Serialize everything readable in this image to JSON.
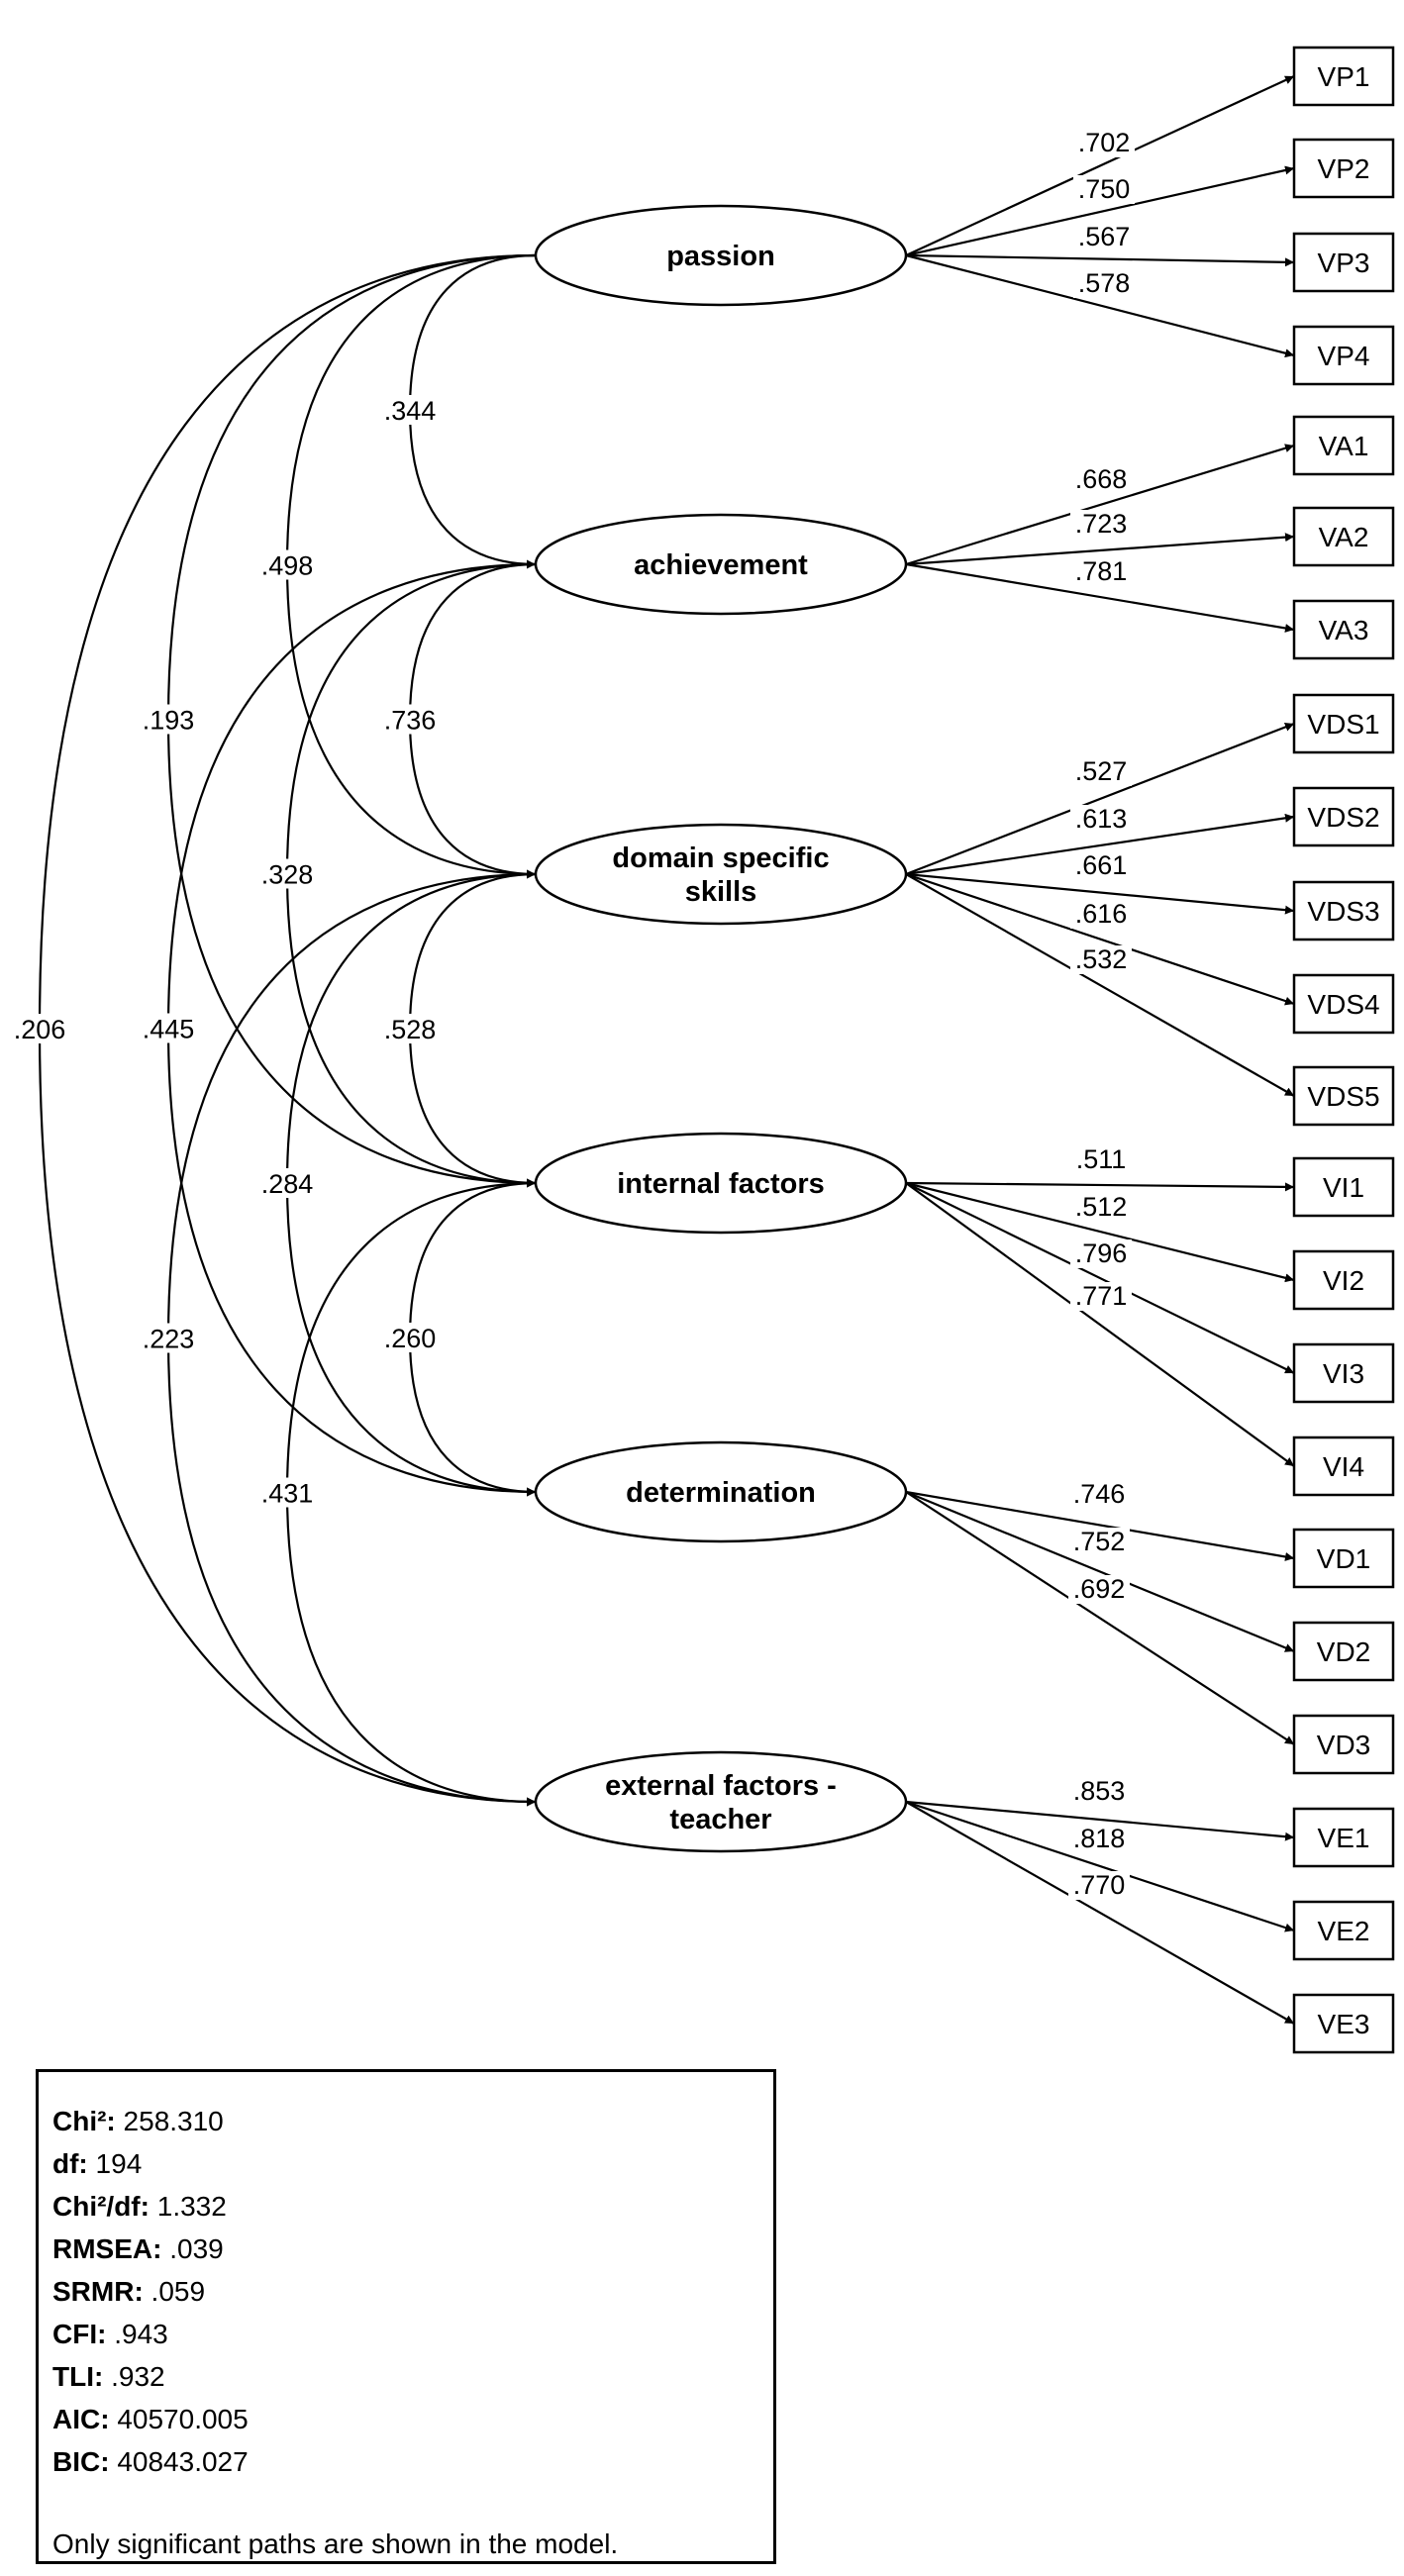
{
  "factors": [
    {
      "id": "passion",
      "lines": [
        "passion"
      ]
    },
    {
      "id": "achievement",
      "lines": [
        "achievement"
      ]
    },
    {
      "id": "domain",
      "lines": [
        "domain specific",
        "skills"
      ]
    },
    {
      "id": "internal",
      "lines": [
        "internal factors"
      ]
    },
    {
      "id": "determination",
      "lines": [
        "determination"
      ]
    },
    {
      "id": "external",
      "lines": [
        "external factors -",
        "teacher"
      ]
    }
  ],
  "loadings": [
    {
      "factor": "passion",
      "indicators": [
        {
          "name": "VP1",
          "value": ".702"
        },
        {
          "name": "VP2",
          "value": ".750"
        },
        {
          "name": "VP3",
          "value": ".567"
        },
        {
          "name": "VP4",
          "value": ".578"
        }
      ]
    },
    {
      "factor": "achievement",
      "indicators": [
        {
          "name": "VA1",
          "value": ".668"
        },
        {
          "name": "VA2",
          "value": ".723"
        },
        {
          "name": "VA3",
          "value": ".781"
        }
      ]
    },
    {
      "factor": "domain",
      "indicators": [
        {
          "name": "VDS1",
          "value": ".527"
        },
        {
          "name": "VDS2",
          "value": ".613"
        },
        {
          "name": "VDS3",
          "value": ".661"
        },
        {
          "name": "VDS4",
          "value": ".616"
        },
        {
          "name": "VDS5",
          "value": ".532"
        }
      ]
    },
    {
      "factor": "internal",
      "indicators": [
        {
          "name": "VI1",
          "value": ".511"
        },
        {
          "name": "VI2",
          "value": ".512"
        },
        {
          "name": "VI3",
          "value": ".796"
        },
        {
          "name": "VI4",
          "value": ".771"
        }
      ]
    },
    {
      "factor": "determination",
      "indicators": [
        {
          "name": "VD1",
          "value": ".746"
        },
        {
          "name": "VD2",
          "value": ".752"
        },
        {
          "name": "VD3",
          "value": ".692"
        }
      ]
    },
    {
      "factor": "external",
      "indicators": [
        {
          "name": "VE1",
          "value": ".853"
        },
        {
          "name": "VE2",
          "value": ".818"
        },
        {
          "name": "VE3",
          "value": ".770"
        }
      ]
    }
  ],
  "correlations": [
    {
      "from": "passion",
      "to": "achievement",
      "value": ".344"
    },
    {
      "from": "passion",
      "to": "domain",
      "value": ".498"
    },
    {
      "from": "passion",
      "to": "internal",
      "value": ".193"
    },
    {
      "from": "passion",
      "to": "external",
      "value": ".206"
    },
    {
      "from": "achievement",
      "to": "domain",
      "value": ".736"
    },
    {
      "from": "achievement",
      "to": "internal",
      "value": ".328"
    },
    {
      "from": "achievement",
      "to": "determination",
      "value": ".445"
    },
    {
      "from": "domain",
      "to": "internal",
      "value": ".528"
    },
    {
      "from": "domain",
      "to": "determination",
      "value": ".284"
    },
    {
      "from": "domain",
      "to": "external",
      "value": ".223"
    },
    {
      "from": "internal",
      "to": "determination",
      "value": ".260"
    },
    {
      "from": "internal",
      "to": "external",
      "value": ".431"
    }
  ],
  "fit": [
    {
      "label": "Chi²:",
      "value": "258.310"
    },
    {
      "label": "df:",
      "value": "194"
    },
    {
      "label": "Chi²/df:",
      "value": "1.332"
    },
    {
      "label": "RMSEA:",
      "value": ".039"
    },
    {
      "label": "SRMR:",
      "value": ".059"
    },
    {
      "label": "CFI:",
      "value": ".943"
    },
    {
      "label": "TLI:",
      "value": ".932"
    },
    {
      "label": "AIC:",
      "value": "40570.005"
    },
    {
      "label": "BIC:",
      "value": "40843.027"
    }
  ],
  "note": "Only significant paths are shown in the model."
}
